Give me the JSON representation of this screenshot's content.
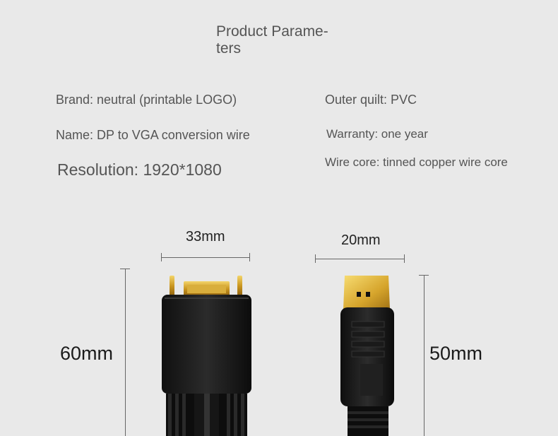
{
  "title": "Product Parame-\nters",
  "specs": {
    "brand": "Brand: neutral (printable LOGO)",
    "name": "Name: DP to VGA conversion wire",
    "resolution": "Resolution: 1920*1080",
    "outer_quilt": "Outer quilt: PVC",
    "warranty": "Warranty: one year",
    "wire_core": "Wire core: tinned copper wire core"
  },
  "dimensions": {
    "vga_width": "33mm",
    "dp_width": "20mm",
    "vga_height": "60mm",
    "dp_height": "50mm"
  }
}
